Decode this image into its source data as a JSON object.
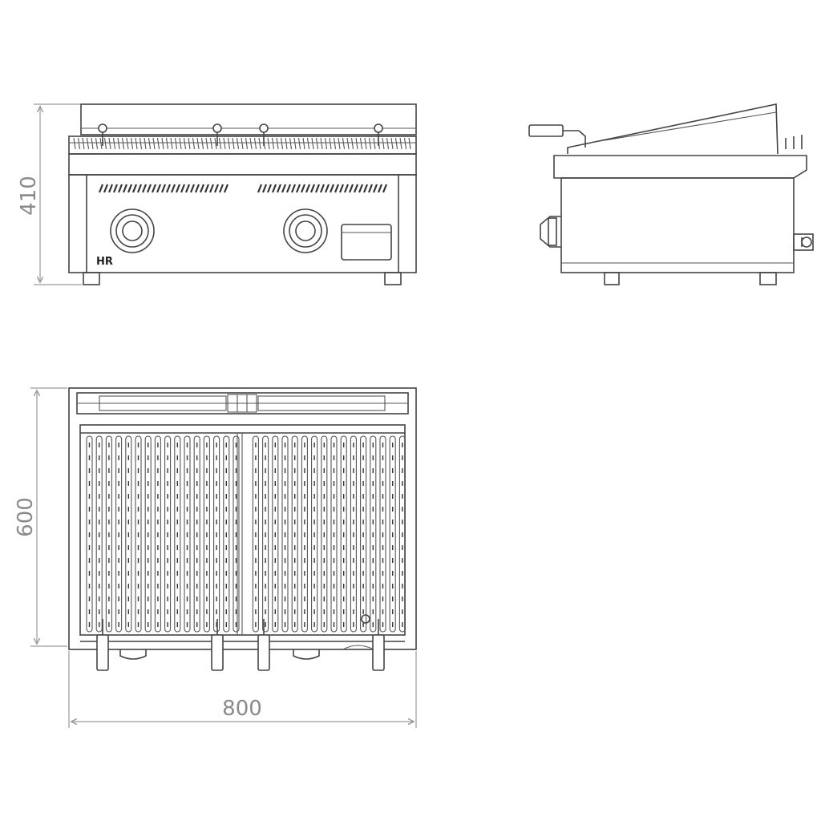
{
  "dimensions": {
    "height": "410",
    "depth": "600",
    "width": "800"
  },
  "front_view": {
    "logo": "HR"
  },
  "colors": {
    "line": "#444444",
    "dimension": "#9a9a9a",
    "dimension_text": "#8a8a8a",
    "background": "#ffffff"
  }
}
